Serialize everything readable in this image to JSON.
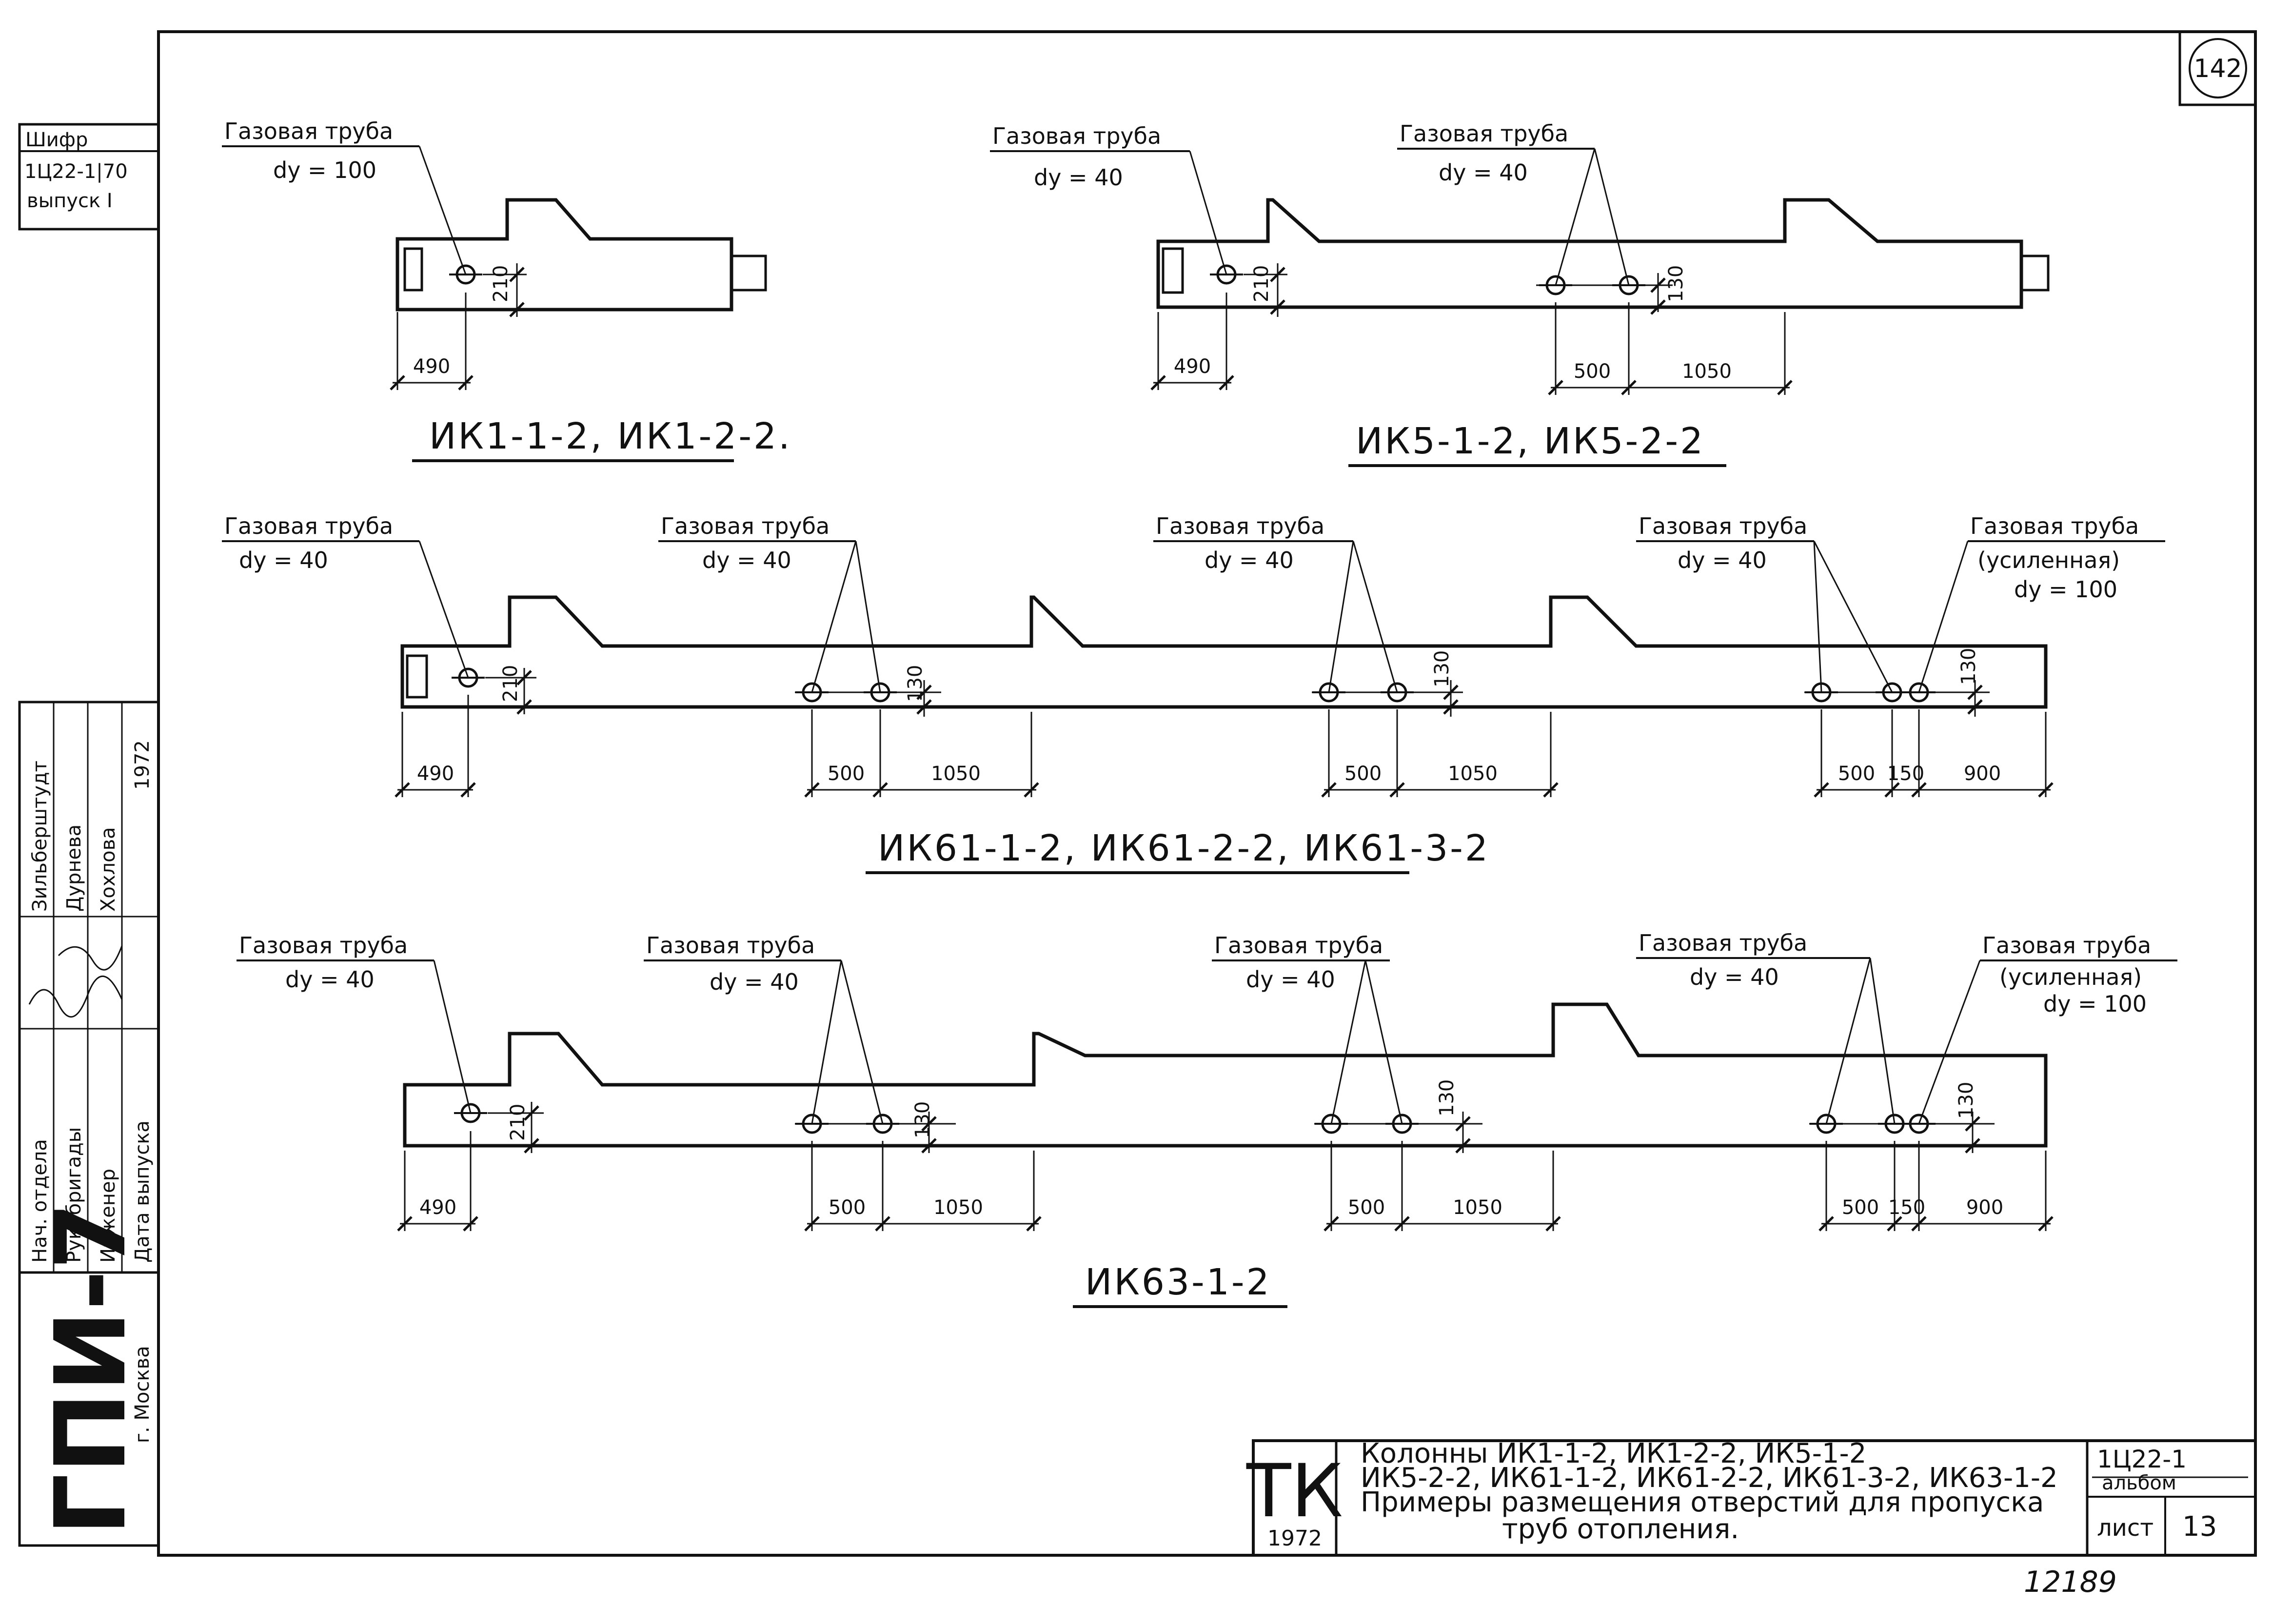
{
  "sheet_number": "142",
  "left_stamp": {
    "code_label": "Шифр",
    "code_value": "1Ц22-1|70",
    "issue": "выпуск I",
    "roles": [
      "Нач. отдела",
      "Рук. бригады",
      "Инженер",
      "Дата выпуска"
    ],
    "names": [
      "Зильберштудт",
      "Дурнева",
      "Хохлова"
    ],
    "year": "1972",
    "org": "ГПИ-7",
    "city": "г. Москва"
  },
  "labels": {
    "pipe": "Газовая труба",
    "pipe_reinforced": "(усиленная)",
    "dy100": "dy = 100",
    "dy40": "dy = 40"
  },
  "dims": {
    "d490": "490",
    "d500": "500",
    "d1050": "1050",
    "d150": "150",
    "d900": "900",
    "d210": "210",
    "d130": "130"
  },
  "titles": {
    "t1": "ИК1-1-2, ИК1-2-2.",
    "t2": "ИК5-1-2, ИК5-2-2",
    "t3": "ИК61-1-2, ИК61-2-2, ИК61-3-2",
    "t4": "ИК63-1-2"
  },
  "title_block": {
    "tk": "ТК",
    "year": "1972",
    "line1": "Колонны ИК1-1-2, ИК1-2-2, ИК5-1-2",
    "line2": "ИК5-2-2, ИК61-1-2, ИК61-2-2, ИК61-3-2, ИК63-1-2",
    "line3": "Примеры размещения отверстий для пропуска",
    "line4": "труб отопления.",
    "code": "1Ц22-1",
    "album": "альбом",
    "sheet_label": "лист",
    "sheet_num": "13"
  },
  "footer_number": "12189"
}
